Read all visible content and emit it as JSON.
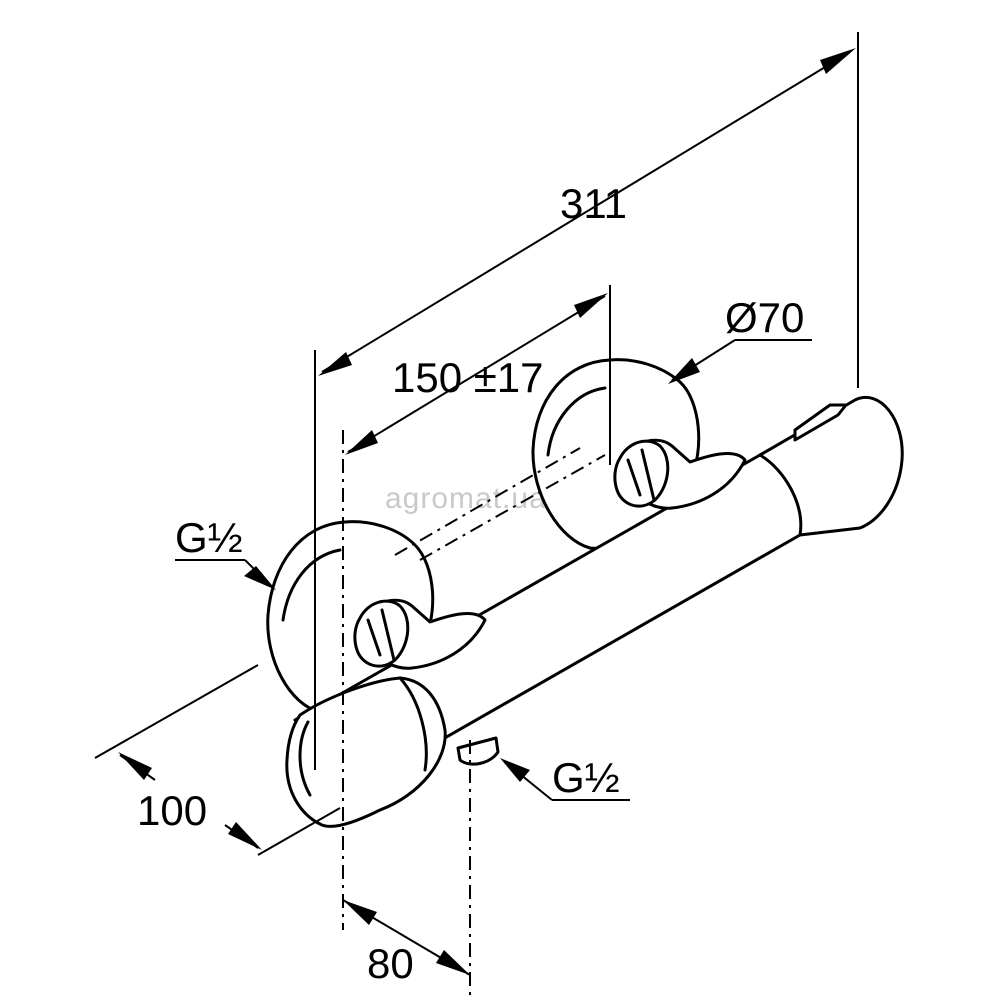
{
  "watermark": "agromat.ua",
  "dimensions": {
    "total_length": "311",
    "center_distance": "150 ±17",
    "rosette_diameter": "Ø70",
    "depth": "100",
    "outlet_offset": "80"
  },
  "threads": {
    "inlet": "G½",
    "outlet": "G½"
  }
}
